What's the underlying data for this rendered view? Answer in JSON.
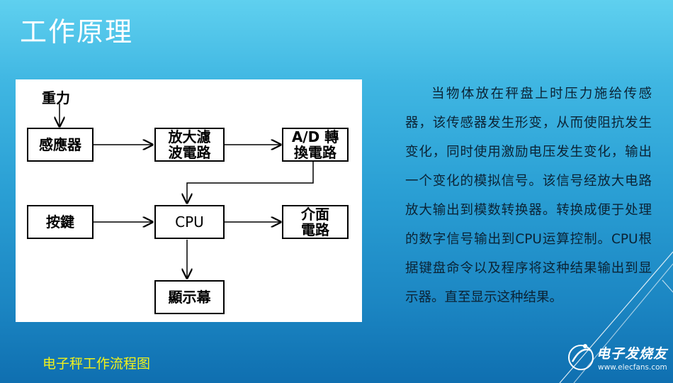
{
  "slide": {
    "title": "工作原理",
    "caption": "电子秤工作流程图"
  },
  "diagram": {
    "input_label": "重力",
    "boxes": {
      "sensor": "感應器",
      "amp_filter": "放大濾\n波電路",
      "ad_convert": "A/D 轉\n換電路",
      "keypad": "按鍵",
      "cpu": "CPU",
      "interface": "介面\n電路",
      "display": "顯示幕"
    }
  },
  "body": {
    "paragraph": "当物体放在秤盘上时压力施给传感器，该传感器发生形变，从而使阻抗发生变化，同时使用激励电压发生变化，输出一个变化的模拟信号。该信号经放大电路放大输出到模数转换器。转换成便于处理的数字信号输出到CPU运算控制。CPU根据键盘命令以及程序将这种结果输出到显示器。直至显示这种结果。"
  },
  "watermark": {
    "name": "电子发烧友",
    "url": "www.elecfans.com"
  },
  "colors": {
    "title": "#ffffff",
    "caption": "#f2f21a",
    "body_text": "#0b2335",
    "diagram_bg": "#ffffff"
  }
}
